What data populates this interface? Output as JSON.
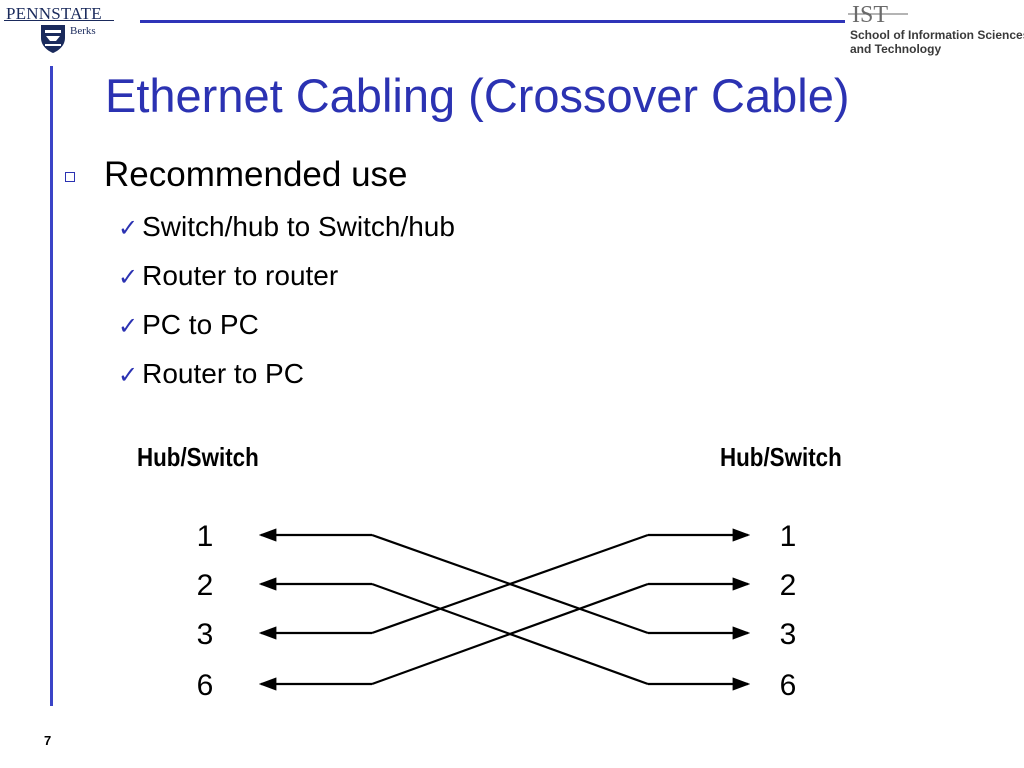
{
  "header": {
    "psu_wordmark": "PENNSTATE",
    "campus": "Berks",
    "ist_mark": "IST",
    "ist_school_line1": "School of Information Sciences",
    "ist_school_line2": "and Technology"
  },
  "slide": {
    "title": "Ethernet Cabling (Crossover Cable)",
    "bullet": "Recommended use",
    "subitems": [
      "Switch/hub to Switch/hub",
      "Router to router",
      "PC to PC",
      "Router to PC"
    ],
    "page_number": "7"
  },
  "diagram": {
    "left_heading": "Hub/Switch",
    "right_heading": "Hub/Switch",
    "left_pins": [
      "1",
      "2",
      "3",
      "6"
    ],
    "right_pins": [
      "1",
      "2",
      "3",
      "6"
    ],
    "connections": [
      {
        "from": "1",
        "to": "3"
      },
      {
        "from": "2",
        "to": "6"
      },
      {
        "from": "3",
        "to": "1"
      },
      {
        "from": "6",
        "to": "2"
      }
    ]
  },
  "colors": {
    "title": "#2b32b2",
    "rule": "#3b44c7",
    "check": "#2b32b2"
  }
}
